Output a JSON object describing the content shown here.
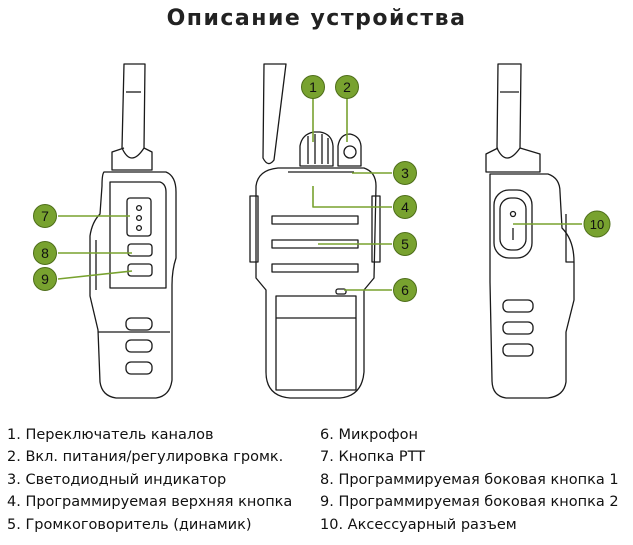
{
  "title": "Описание устройства",
  "callouts": [
    "1",
    "2",
    "3",
    "4",
    "5",
    "6",
    "7",
    "8",
    "9",
    "10"
  ],
  "callout_color": "#78a22f",
  "legend_left": [
    "1. Переключатель каналов",
    "2. Вкл. питания/регулировка громк.",
    "3. Светодиодный индикатор",
    "4. Программируемая верхняя кнопка",
    "5. Громкоговоритель (динамик)"
  ],
  "legend_right": [
    "6. Микрофон",
    "7. Кнопка PTT",
    "8. Программируемая боковая кнопка 1",
    "9. Программируемая боковая кнопка 2",
    "10. Аксессуарный разъем"
  ]
}
